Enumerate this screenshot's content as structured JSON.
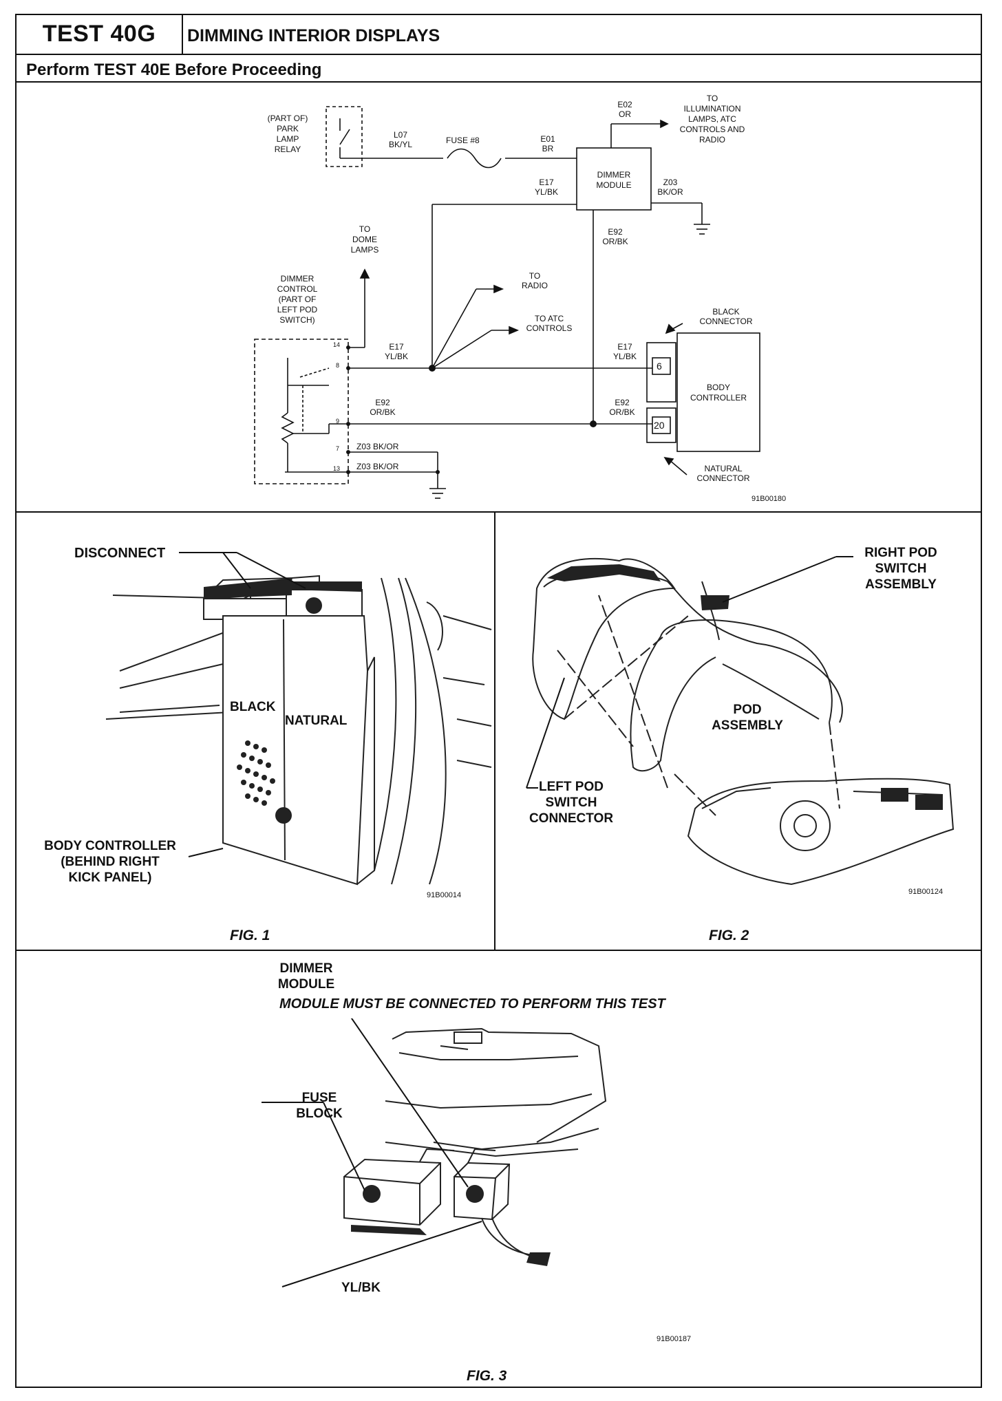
{
  "header": {
    "test_number": "TEST 40G",
    "title": "DIMMING INTERIOR DISPLAYS",
    "subtitle": "Perform TEST 40E Before Proceeding"
  },
  "schematic": {
    "park_lamp_relay": [
      "(PART OF)",
      "PARK",
      "LAMP",
      "RELAY"
    ],
    "l07": [
      "L07",
      "BK/YL"
    ],
    "fuse": "FUSE #8",
    "e01": [
      "E01",
      "BR"
    ],
    "e02": [
      "E02",
      "OR"
    ],
    "to_illumination": [
      "TO",
      "ILLUMINATION",
      "LAMPS, ATC",
      "CONTROLS AND",
      "RADIO"
    ],
    "dimmer_module": [
      "DIMMER",
      "MODULE"
    ],
    "e17_top": [
      "E17",
      "YL/BK"
    ],
    "z03_top": [
      "Z03",
      "BK/OR"
    ],
    "e92_top": [
      "E92",
      "OR/BK"
    ],
    "to_dome": [
      "TO",
      "DOME",
      "LAMPS"
    ],
    "dimmer_control": [
      "DIMMER",
      "CONTROL",
      "(PART OF",
      "LEFT POD",
      "SWITCH)"
    ],
    "to_radio": [
      "TO",
      "RADIO"
    ],
    "to_atc": [
      "TO ATC",
      "CONTROLS"
    ],
    "black_connector": [
      "BLACK",
      "CONNECTOR"
    ],
    "pins": [
      "14",
      "8",
      "9",
      "7",
      "13"
    ],
    "e17_mid": [
      "E17",
      "YL/BK"
    ],
    "e17_right": [
      "E17",
      "YL/BK"
    ],
    "e92_mid": [
      "E92",
      "OR/BK"
    ],
    "e92_right": [
      "E92",
      "OR/BK"
    ],
    "z03_a": "Z03  BK/OR",
    "z03_b": "Z03  BK/OR",
    "pin6": "6",
    "pin20": "20",
    "body_controller": [
      "BODY",
      "CONTROLLER"
    ],
    "natural_connector": [
      "NATURAL",
      "CONNECTOR"
    ],
    "ref": "91B00180"
  },
  "fig1": {
    "disconnect": "DISCONNECT",
    "black": "BLACK",
    "natural": "NATURAL",
    "body_controller": [
      "BODY CONTROLLER",
      "(BEHIND RIGHT",
      "KICK PANEL)"
    ],
    "ref": "91B00014",
    "caption": "FIG. 1"
  },
  "fig2": {
    "right_pod": [
      "RIGHT POD",
      "SWITCH",
      "ASSEMBLY"
    ],
    "pod_assembly": [
      "POD",
      "ASSEMBLY"
    ],
    "left_pod": [
      "LEFT POD",
      "SWITCH",
      "CONNECTOR"
    ],
    "ref": "91B00124",
    "caption": "FIG. 2"
  },
  "fig3": {
    "note": "MODULE MUST BE CONNECTED TO PERFORM THIS TEST",
    "dimmer_module": [
      "DIMMER",
      "MODULE"
    ],
    "fuse_block": [
      "FUSE",
      "BLOCK"
    ],
    "wire": "YL/BK",
    "ref": "91B00187",
    "caption": "FIG. 3"
  }
}
